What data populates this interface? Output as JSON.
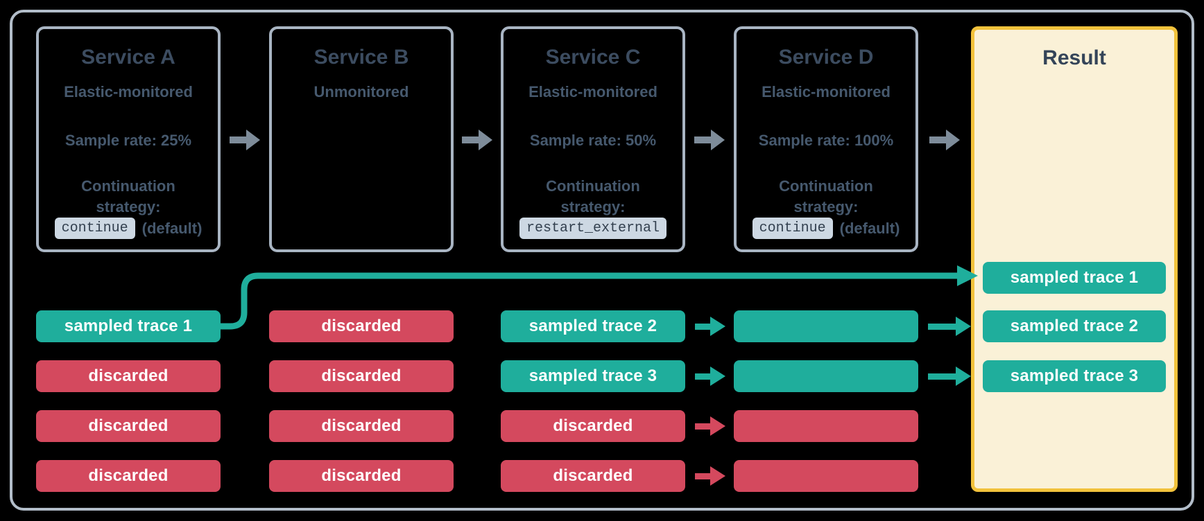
{
  "services": [
    {
      "id": "A",
      "title": "Service A",
      "subtitle": "Elastic-monitored",
      "sample_rate": "Sample rate: 25%",
      "strategy_line1": "Continuation",
      "strategy_line2": "strategy:",
      "strategy_code": "continue",
      "strategy_suffix": "(default)"
    },
    {
      "id": "B",
      "title": "Service B",
      "subtitle": "Unmonitored",
      "sample_rate": "",
      "strategy_line1": "",
      "strategy_line2": "",
      "strategy_code": "",
      "strategy_suffix": ""
    },
    {
      "id": "C",
      "title": "Service C",
      "subtitle": "Elastic-monitored",
      "sample_rate": "Sample rate: 50%",
      "strategy_line1": "Continuation",
      "strategy_line2": "strategy:",
      "strategy_code": "restart_external",
      "strategy_suffix": ""
    },
    {
      "id": "D",
      "title": "Service D",
      "subtitle": "Elastic-monitored",
      "sample_rate": "Sample rate: 100%",
      "strategy_line1": "Continuation",
      "strategy_line2": "strategy:",
      "strategy_code": "continue",
      "strategy_suffix": "(default)"
    }
  ],
  "trace_columns": [
    {
      "service": "Service A",
      "pills": [
        {
          "label": "sampled trace 1",
          "type": "sampled"
        },
        {
          "label": "discarded",
          "type": "discarded"
        },
        {
          "label": "discarded",
          "type": "discarded"
        },
        {
          "label": "discarded",
          "type": "discarded"
        }
      ]
    },
    {
      "service": "Service B",
      "pills": [
        {
          "label": "discarded",
          "type": "discarded"
        },
        {
          "label": "discarded",
          "type": "discarded"
        },
        {
          "label": "discarded",
          "type": "discarded"
        },
        {
          "label": "discarded",
          "type": "discarded"
        }
      ]
    },
    {
      "service": "Service C",
      "pills": [
        {
          "label": "sampled trace 2",
          "type": "sampled"
        },
        {
          "label": "sampled trace 3",
          "type": "sampled"
        },
        {
          "label": "discarded",
          "type": "discarded"
        },
        {
          "label": "discarded",
          "type": "discarded"
        }
      ]
    },
    {
      "service": "Service D",
      "pills": [
        {
          "label": "",
          "type": "sampled"
        },
        {
          "label": "",
          "type": "sampled"
        },
        {
          "label": "",
          "type": "discarded"
        },
        {
          "label": "",
          "type": "discarded"
        }
      ]
    }
  ],
  "result": {
    "title": "Result",
    "pills": [
      {
        "label": "sampled trace 1",
        "type": "sampled"
      },
      {
        "label": "sampled trace 2",
        "type": "sampled"
      },
      {
        "label": "sampled trace 3",
        "type": "sampled"
      }
    ]
  },
  "colors": {
    "sampled_teal": "#1fae9c",
    "discarded_red": "#d4495e",
    "result_border": "#f2c23b",
    "result_fill": "#faf1d7",
    "box_border": "#a9b5c3",
    "frame_border": "#b2bdc9",
    "text_dark": "#3c4c60",
    "chip_bg": "#cdd8e3",
    "flow_arrow_gray": "#7e8c9a",
    "background": "#000000"
  }
}
